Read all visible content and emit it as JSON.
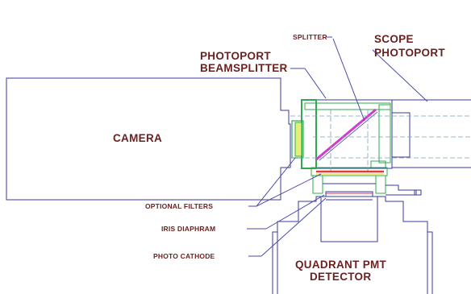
{
  "diagram": {
    "labels": {
      "splitter": "SPLITTER",
      "scope_photoport_line1": "SCOPE",
      "scope_photoport_line2": "PHOTOPORT",
      "photoport_beamsplitter_line1": "PHOTOPORT",
      "photoport_beamsplitter_line2": "BEAMSPLITTER",
      "camera": "CAMERA",
      "optional_filters": "OPTIONAL FILTERS",
      "iris_diaphram": "IRIS DIAPHRAM",
      "photo_cathode": "PHOTO CATHODE",
      "quadrant_pmt_line1": "QUADRANT PMT",
      "quadrant_pmt_line2": "DETECTOR"
    },
    "colors": {
      "outline": "#3a3aa0",
      "label_text": "#6b1f1f",
      "leader_lines": "#4a4aa8",
      "green_optics": "#2fa84f",
      "filter_yellow": "#e6ee7a",
      "splitter_mirror": "#d23ad2",
      "iris_red": "#e03a3a",
      "light_path": "#7aa0b8"
    }
  }
}
